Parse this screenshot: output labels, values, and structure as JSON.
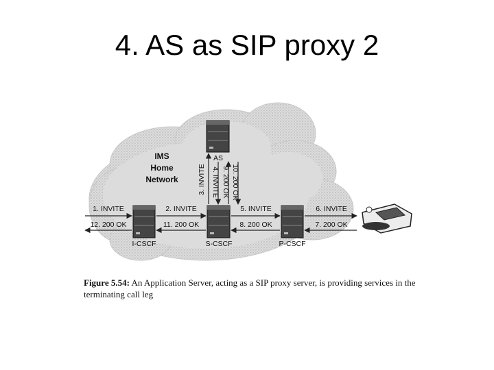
{
  "slide": {
    "title": "4. AS as SIP proxy 2"
  },
  "network": {
    "label_line1": "IMS",
    "label_line2": "Home",
    "label_line3": "Network"
  },
  "nodes": {
    "as": "AS",
    "icscf": "I-CSCF",
    "scscf": "S-CSCF",
    "pcscf": "P-CSCF"
  },
  "messages": {
    "m1": "1. INVITE",
    "m2": "2. INVITE",
    "m3": "3. INVITE",
    "m4": "4. INVITE",
    "m5": "5. INVITE",
    "m6": "6. INVITE",
    "m7": "7. 200 OK",
    "m8": "8. 200 OK",
    "m9": "9. 200 OK",
    "m10": "10. 200 OK",
    "m11": "11. 200 OK",
    "m12": "12. 200 OK"
  },
  "caption": {
    "figure_label": "Figure 5.54:",
    "text": "An Application Server, acting as a SIP proxy server, is providing services in the terminating call leg"
  },
  "colors": {
    "cloud": "#d9d9d9",
    "server": "#4a4a4a",
    "line": "#222222"
  }
}
